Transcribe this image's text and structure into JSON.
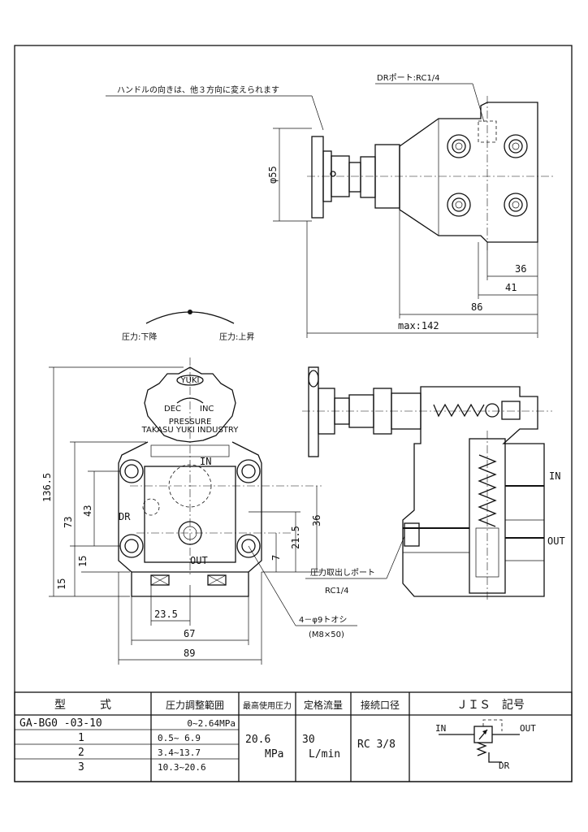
{
  "notes": {
    "handle_direction": "ハンドルの向きは、他３方向に変えられます",
    "dr_port": "DRポート:RC1/4",
    "pressure_down": "圧力:下降",
    "pressure_up": "圧力:上昇",
    "pressure_port": "圧力取出しポート",
    "pressure_port_size": "RC1/4",
    "holes": "4－φ9トオシ",
    "bolts": "(M8×50)"
  },
  "handle_text": {
    "brand": "YUKI",
    "dec": "DEC",
    "inc": "INC",
    "ring": "PRESSURE",
    "maker": "TAKASU YUKI INDUSTRY"
  },
  "ports": {
    "in": "IN",
    "out": "OUT",
    "dr": "DR"
  },
  "dimensions": {
    "d55": "φ55",
    "d36_top": "36",
    "d41": "41",
    "d86": "86",
    "max142": "max:142",
    "d136_5": "136.5",
    "d73": "73",
    "d43": "43",
    "d15a": "15",
    "d15b": "15",
    "d36_side": "36",
    "d21_5": "21.5",
    "d7": "7",
    "d23_5": "23.5",
    "d67": "67",
    "d89": "89"
  },
  "spec_table": {
    "headers": [
      "型　　　式",
      "圧力調整範囲",
      "最高使用圧力",
      "定格流量",
      "接続口径",
      "ＪＩＳ　記号"
    ],
    "rows": [
      {
        "model": "GA-BG0 -03-10",
        "range": "0~2.64MPa"
      },
      {
        "model": "1",
        "range": "0.5~ 6.9"
      },
      {
        "model": "2",
        "range": "3.4~13.7"
      },
      {
        "model": "3",
        "range": "10.3~20.6"
      }
    ],
    "max_pressure": "20.6",
    "max_pressure_unit": "MPa",
    "flow": "30",
    "flow_unit": "L/min",
    "port_size": "RC 3/8",
    "jis_in": "IN",
    "jis_out": "OUT",
    "jis_dr": "DR"
  }
}
